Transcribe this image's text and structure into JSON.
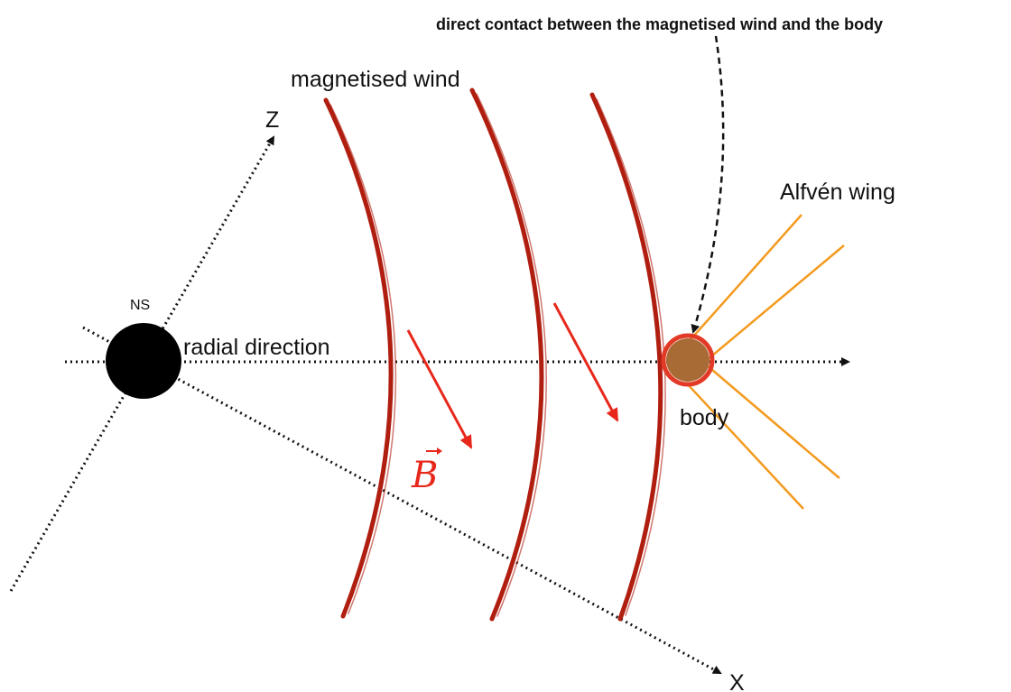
{
  "labels": {
    "contact_note": "direct contact between the magnetised wind and the body",
    "magnetised_wind": "magnetised wind",
    "z_axis": "Z",
    "x_axis": "X",
    "ns": "NS",
    "radial_direction": "radial direction",
    "alfven_wing": "Alfvén wing",
    "body": "body",
    "b_field": "B"
  },
  "colors": {
    "wind": "#b01e10",
    "field_arrow": "#e8271b",
    "alfven_wing": "#f39a1e",
    "body_fill": "#a86b36",
    "body_rim": "#e23a26",
    "ns_fill": "#000000",
    "axes": "#111111"
  }
}
